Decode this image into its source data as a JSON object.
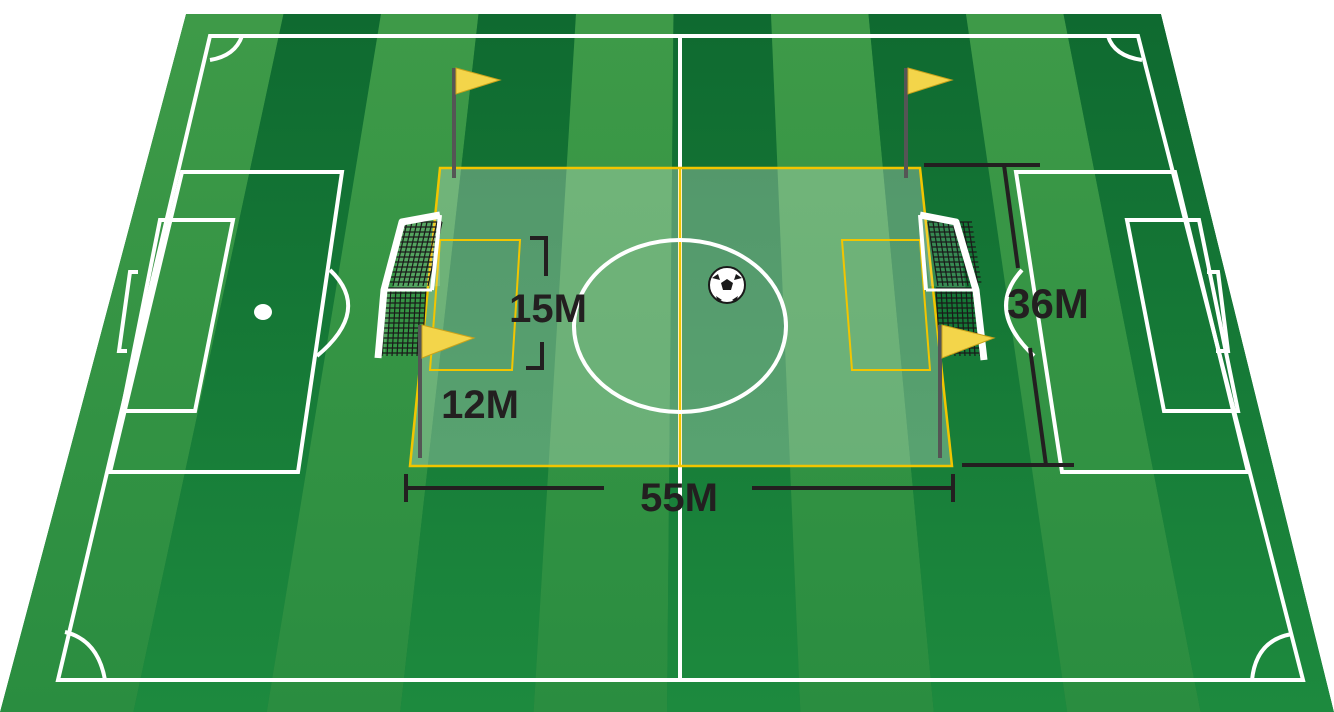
{
  "labels": {
    "width_label": "55M",
    "depth_label": "36M",
    "box_depth_label": "12M",
    "box_width_label": "15M"
  },
  "colors": {
    "grass_dark": "#0b5a2a",
    "grass_mid": "#1f8a3f",
    "grass_light": "#4a9a4c",
    "line": "#ffffff",
    "small_pitch_outline": "#f2c500",
    "dimension": "#231f20",
    "flag": "#f3d54a"
  },
  "icons": [
    "corner-flag-icon",
    "goal-icon",
    "soccer-ball-icon"
  ]
}
